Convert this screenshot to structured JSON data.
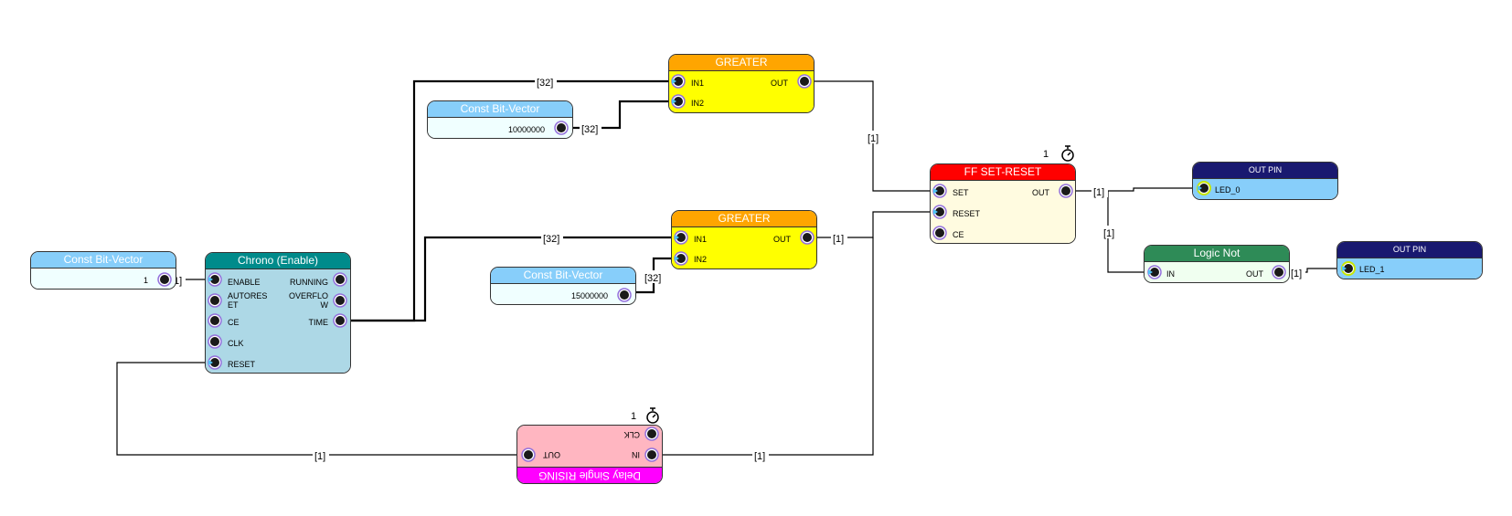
{
  "colors": {
    "const_header": "#87cefa",
    "const_body": "#f0ffff",
    "chrono_header": "#008b8b",
    "chrono_body": "#add8e6",
    "greater_header": "#ffa500",
    "greater_body": "#ffff00",
    "ff_header": "#ff0000",
    "ff_body": "#fffbe0",
    "outpin_header": "#191970",
    "outpin_body": "#87cefa",
    "not_header": "#2e8b57",
    "not_body": "#f0fff0",
    "delay_header": "#ff00ff",
    "delay_body": "#ffb6c1",
    "port_fill": "#1a1a1a",
    "port_ring": "#9370db",
    "outpin_port_ring": "#c8e600"
  },
  "blocks": {
    "const1": {
      "title": "Const Bit-Vector",
      "value": "1"
    },
    "const2": {
      "title": "Const Bit-Vector",
      "value": "10000000"
    },
    "const3": {
      "title": "Const Bit-Vector",
      "value": "15000000"
    },
    "chrono": {
      "title": "Chrono (Enable)",
      "inputs": [
        "ENABLE",
        "AUTORES\nET",
        "CE",
        "CLK",
        "RESET"
      ],
      "outputs": [
        "RUNNING",
        "OVERFLO\nW",
        "TIME"
      ]
    },
    "greater1": {
      "title": "GREATER",
      "in1": "IN1",
      "in2": "IN2",
      "out": "OUT"
    },
    "greater2": {
      "title": "GREATER",
      "in1": "IN1",
      "in2": "IN2",
      "out": "OUT"
    },
    "ff": {
      "title": "FF SET-RESET",
      "set": "SET",
      "reset": "RESET",
      "ce": "CE",
      "out": "OUT",
      "delay_count": "1"
    },
    "outpin0": {
      "title": "OUT PIN",
      "pin": "LED_0"
    },
    "outpin1": {
      "title": "OUT PIN",
      "pin": "LED_1"
    },
    "lnot": {
      "title": "Logic Not",
      "in": "IN",
      "out": "OUT"
    },
    "delay": {
      "title": "Delay Single RISING",
      "clk": "CLK",
      "in": "IN",
      "out": "OUT",
      "delay_count": "1"
    }
  },
  "wire_labels": {
    "const1_chrono": "[1]",
    "time_g1": "[32]",
    "const2_g1": "[32]",
    "g1_ff": "[1]",
    "time_g2": "[32]",
    "g2_out": "[1]",
    "const3_g2": "[32]",
    "ff_outpin0": "[1]",
    "ff_not": "[1]",
    "not_outpin1": "[1]",
    "delay_chrono": "[1]",
    "g2_delay": "[1]"
  }
}
